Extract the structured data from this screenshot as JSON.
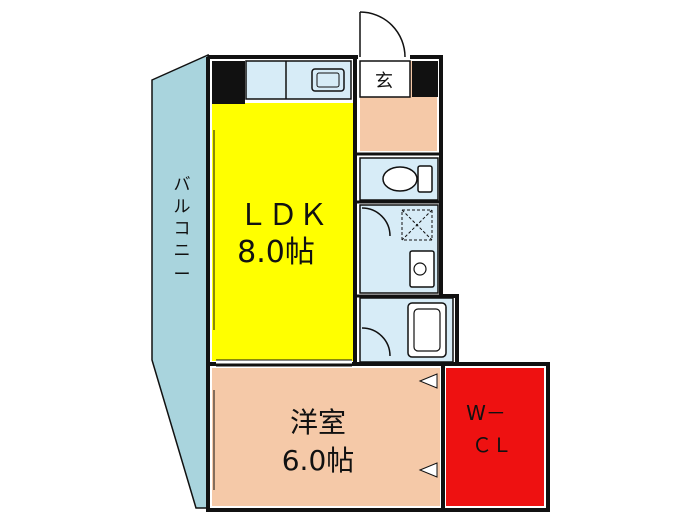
{
  "rooms": {
    "ldk": {
      "name": "ＬＤＫ",
      "size": "8.0帖",
      "color": "#ffff00"
    },
    "western": {
      "name": "洋室",
      "size": "6.0帖",
      "color": "#f5c9a8"
    },
    "wcl": {
      "name": "W－",
      "name2": "ＣＬ",
      "color": "#ee1111"
    },
    "entrance": {
      "name": "玄",
      "color": "#f5c9a8"
    },
    "balcony": {
      "name": "バルコニー",
      "color": "#a9d4dd"
    },
    "wet": {
      "color": "#d7ecf7"
    }
  }
}
